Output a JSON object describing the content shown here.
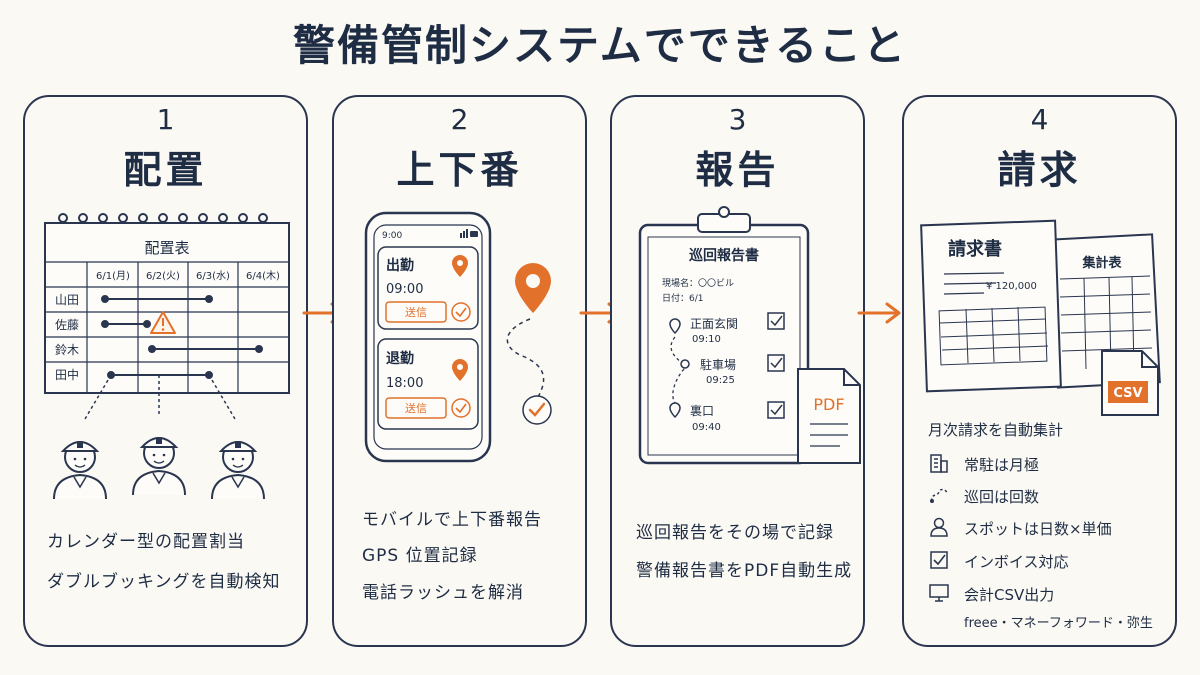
{
  "title": "警備管制システムでできること",
  "cards": [
    {
      "num": "1",
      "heading": "配置",
      "calendar": {
        "title": "配置表",
        "dates": [
          "6/1(月)",
          "6/2(火)",
          "6/3(水)",
          "6/4(木)"
        ],
        "names": [
          "山田",
          "佐藤",
          "鈴木",
          "田中"
        ]
      },
      "desc": [
        "カレンダー型の配置割当",
        "ダブルブッキングを自動検知"
      ]
    },
    {
      "num": "2",
      "heading": "上下番",
      "phone": {
        "time": "9:00",
        "in_label": "出勤",
        "in_time": "09:00",
        "out_label": "退勤",
        "out_time": "18:00",
        "send": "送信"
      },
      "desc": [
        "モバイルで上下番報告",
        "GPS 位置記録",
        "電話ラッシュを解消"
      ]
    },
    {
      "num": "3",
      "heading": "報告",
      "report": {
        "title": "巡回報告書",
        "site": "現場名：〇〇ビル",
        "date": "日付：6/1",
        "points": [
          {
            "name": "正面玄関",
            "time": "09:10"
          },
          {
            "name": "駐車場",
            "time": "09:25"
          },
          {
            "name": "裏口",
            "time": "09:40"
          }
        ],
        "pdf": "PDF"
      },
      "desc": [
        "巡回報告をその場で記録",
        "警備報告書をPDF自動生成"
      ]
    },
    {
      "num": "4",
      "heading": "請求",
      "invoice": {
        "title": "請求書",
        "amount": "¥ 120,000",
        "summary": "集計表",
        "csv": "CSV"
      },
      "intro": "月次請求を自動集計",
      "features": [
        {
          "icon": "building-icon",
          "text": "常駐は月極"
        },
        {
          "icon": "patrol-route-icon",
          "text": "巡回は回数"
        },
        {
          "icon": "person-icon",
          "text": "スポットは日数×単価"
        },
        {
          "icon": "checkbox-icon",
          "text": "インボイス対応"
        },
        {
          "icon": "monitor-icon",
          "text": "会計CSV出力"
        }
      ],
      "software": "freee・マネーフォワード・弥生"
    }
  ],
  "colors": {
    "accent": "#e2712b",
    "ink": "#1f2d44",
    "background": "#fbf9f4"
  }
}
